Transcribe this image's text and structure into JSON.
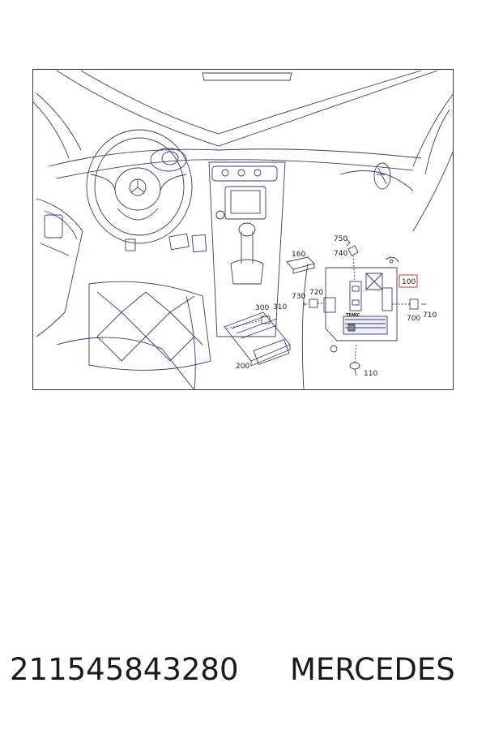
{
  "diagram": {
    "callouts": {
      "c100": "100",
      "c110": "110",
      "c160": "160",
      "c200": "200",
      "c300": "300",
      "c310": "310",
      "c700": "700",
      "c710": "710",
      "c720": "720",
      "c730": "730",
      "c740": "740",
      "c750": "750"
    },
    "module_label": "TEMIC",
    "highlight_color": "#d9534f",
    "line_color": "#3a3a6a"
  },
  "footer": {
    "part_number": "211545843280",
    "brand": "MERCEDES"
  }
}
